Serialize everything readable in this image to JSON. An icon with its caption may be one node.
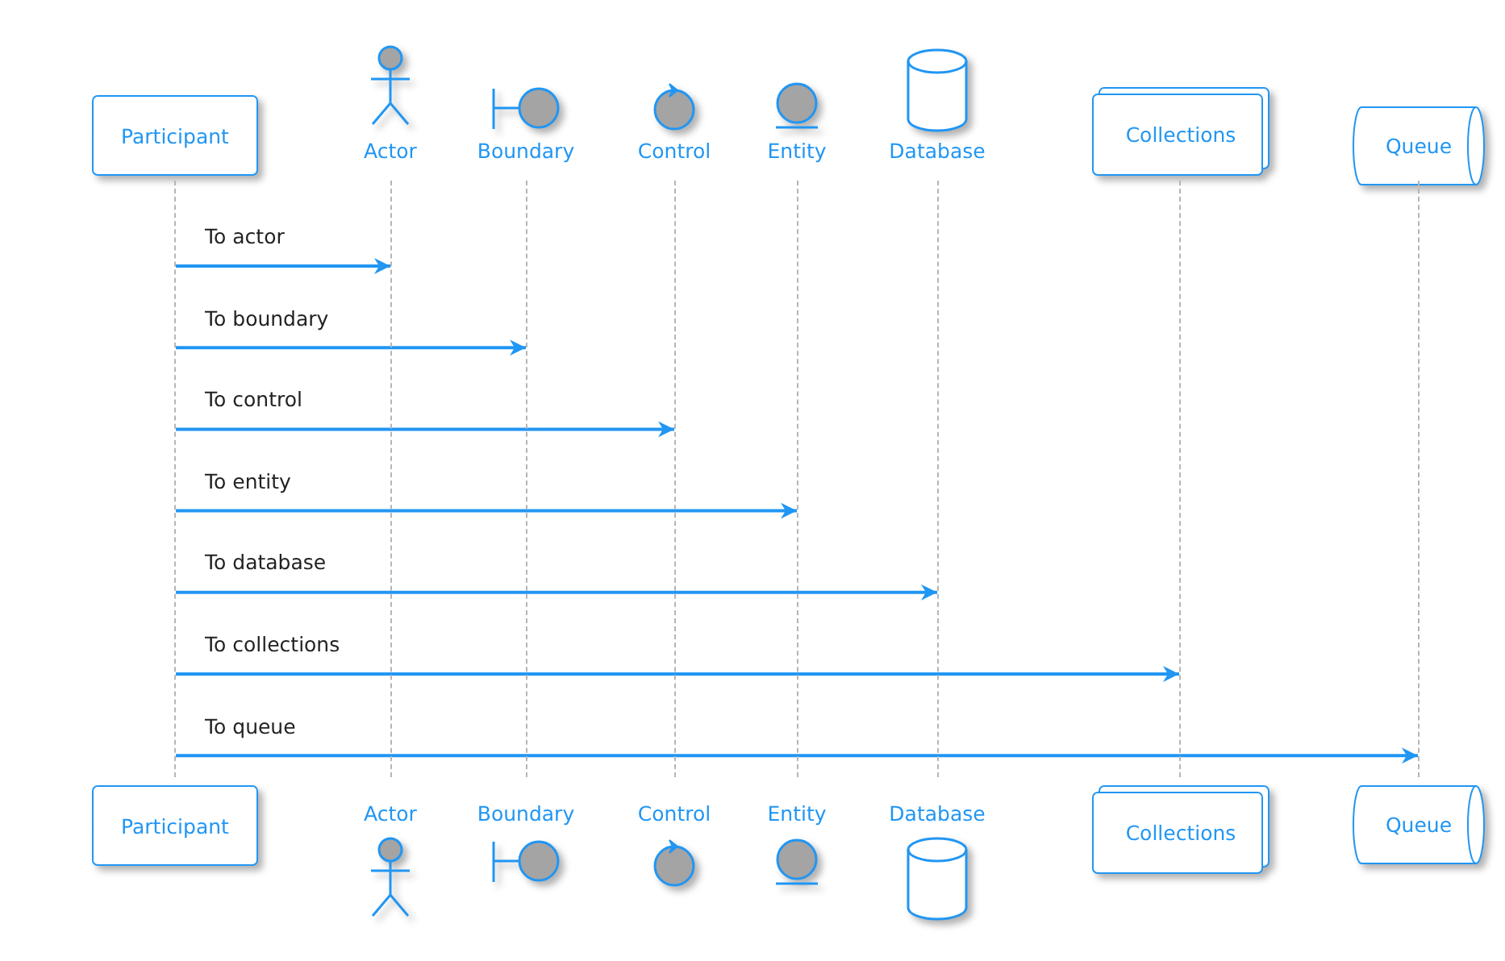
{
  "diagram": {
    "nodes": [
      {
        "text": [
          "Participant"
        ]
      },
      {
        "text": [
          "Actor"
        ]
      },
      {
        "text": [
          "Boundary"
        ]
      },
      {
        "text": [
          "Control"
        ]
      },
      {
        "text": [
          "Entity"
        ]
      },
      {
        "text": [
          "Database"
        ]
      },
      {
        "text": [
          "Collections"
        ]
      },
      {
        "text": [
          "Queue"
        ]
      },
      {
        "text": [
          "Participant"
        ]
      },
      {
        "text": [
          "Actor"
        ]
      },
      {
        "text": [
          "Boundary"
        ]
      },
      {
        "text": [
          "Control"
        ]
      },
      {
        "text": [
          "Entity"
        ]
      },
      {
        "text": [
          "Database"
        ]
      },
      {
        "text": [
          "Collections"
        ]
      },
      {
        "text": [
          "Queue"
        ]
      },
      {
        "text": [],
        "shape": "line"
      },
      {
        "text": [],
        "shape": "line"
      },
      {
        "text": [],
        "shape": "line"
      },
      {
        "text": [],
        "shape": "line"
      },
      {
        "text": [],
        "shape": "line"
      },
      {
        "text": [],
        "shape": "line"
      },
      {
        "text": [],
        "shape": "line"
      },
      {
        "text": [],
        "shape": "line"
      }
    ],
    "edges": [
      {
        "from": 16,
        "to": 17,
        "arrow": "to",
        "label": "To actor"
      },
      {
        "from": 16,
        "to": 18,
        "arrow": "to",
        "label": "To boundary"
      },
      {
        "from": 16,
        "to": 19,
        "arrow": "to",
        "label": "To control"
      },
      {
        "from": 16,
        "to": 20,
        "arrow": "to",
        "label": "To entity"
      },
      {
        "from": 16,
        "to": 21,
        "arrow": "to",
        "label": "To database"
      },
      {
        "from": 16,
        "to": 22,
        "arrow": "to",
        "label": "To collections"
      },
      {
        "from": 16,
        "to": 23,
        "arrow": "to",
        "label": "To queue"
      }
    ]
  }
}
